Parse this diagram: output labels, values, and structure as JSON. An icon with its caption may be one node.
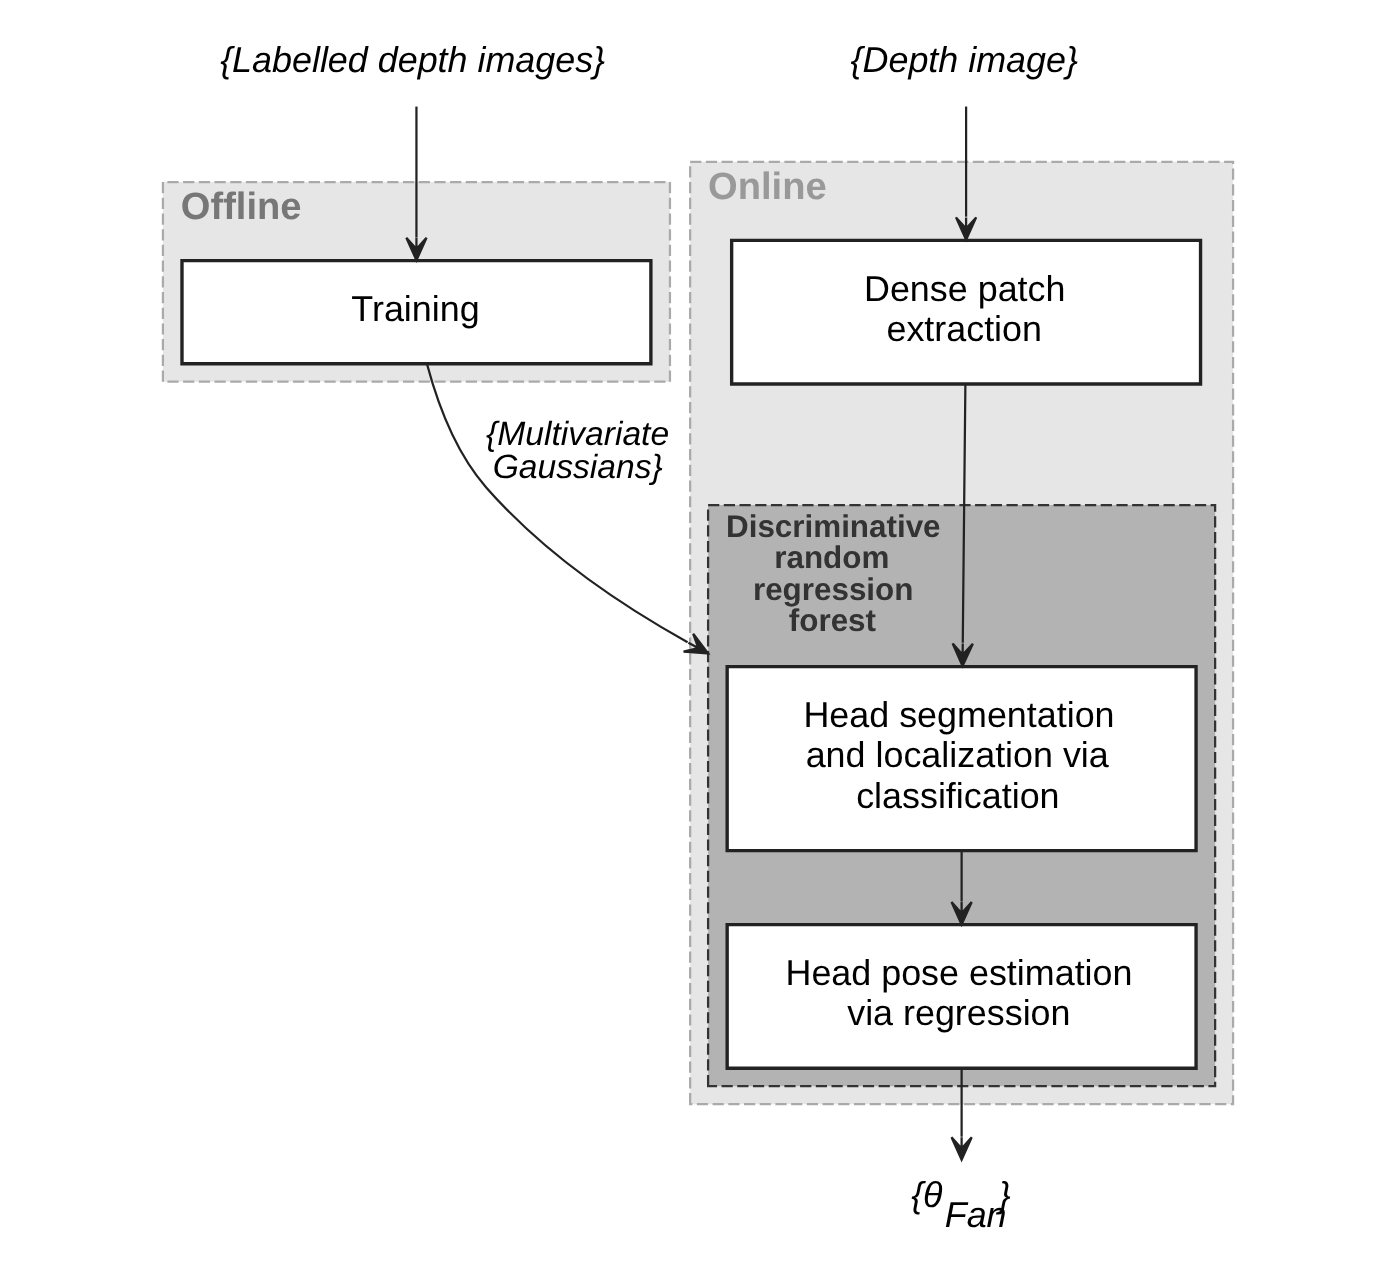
{
  "diagram": {
    "nodes": [
      {
        "text": [
          "Online"
        ]
      },
      {
        "text": [
          "{Depth image}"
        ]
      },
      {
        "text": [
          "Dense patch extraction"
        ],
        "in": 0
      },
      {
        "text": [
          "Discriminative random regression forest"
        ],
        "in": 0
      },
      {
        "text": [
          "Head segmentation and localization via classification"
        ],
        "in": 3
      },
      {
        "text": [
          "Head pose estimation via regression"
        ],
        "in": 3
      },
      {
        "text": [
          "{θ$_{Fan}$}"
        ]
      },
      {
        "text": [
          "Offline"
        ]
      },
      {
        "text": [
          "{Labelled depth images}"
        ]
      },
      {
        "text": [
          "Training"
        ],
        "in": 7
      }
    ],
    "edges": [
      {
        "from": 1,
        "to": 2,
        "arrow": "to"
      },
      {
        "from": 2,
        "to": 4,
        "arrow": "to"
      },
      {
        "from": 4,
        "to": 5,
        "arrow": "to"
      },
      {
        "from": 5,
        "to": 6,
        "arrow": "to"
      },
      {
        "from": 8,
        "to": 9,
        "arrow": "to"
      },
      {
        "from": 9,
        "to": 3,
        "arrow": "to",
        "label": "{Multivariate Gaussians}"
      }
    ]
  }
}
